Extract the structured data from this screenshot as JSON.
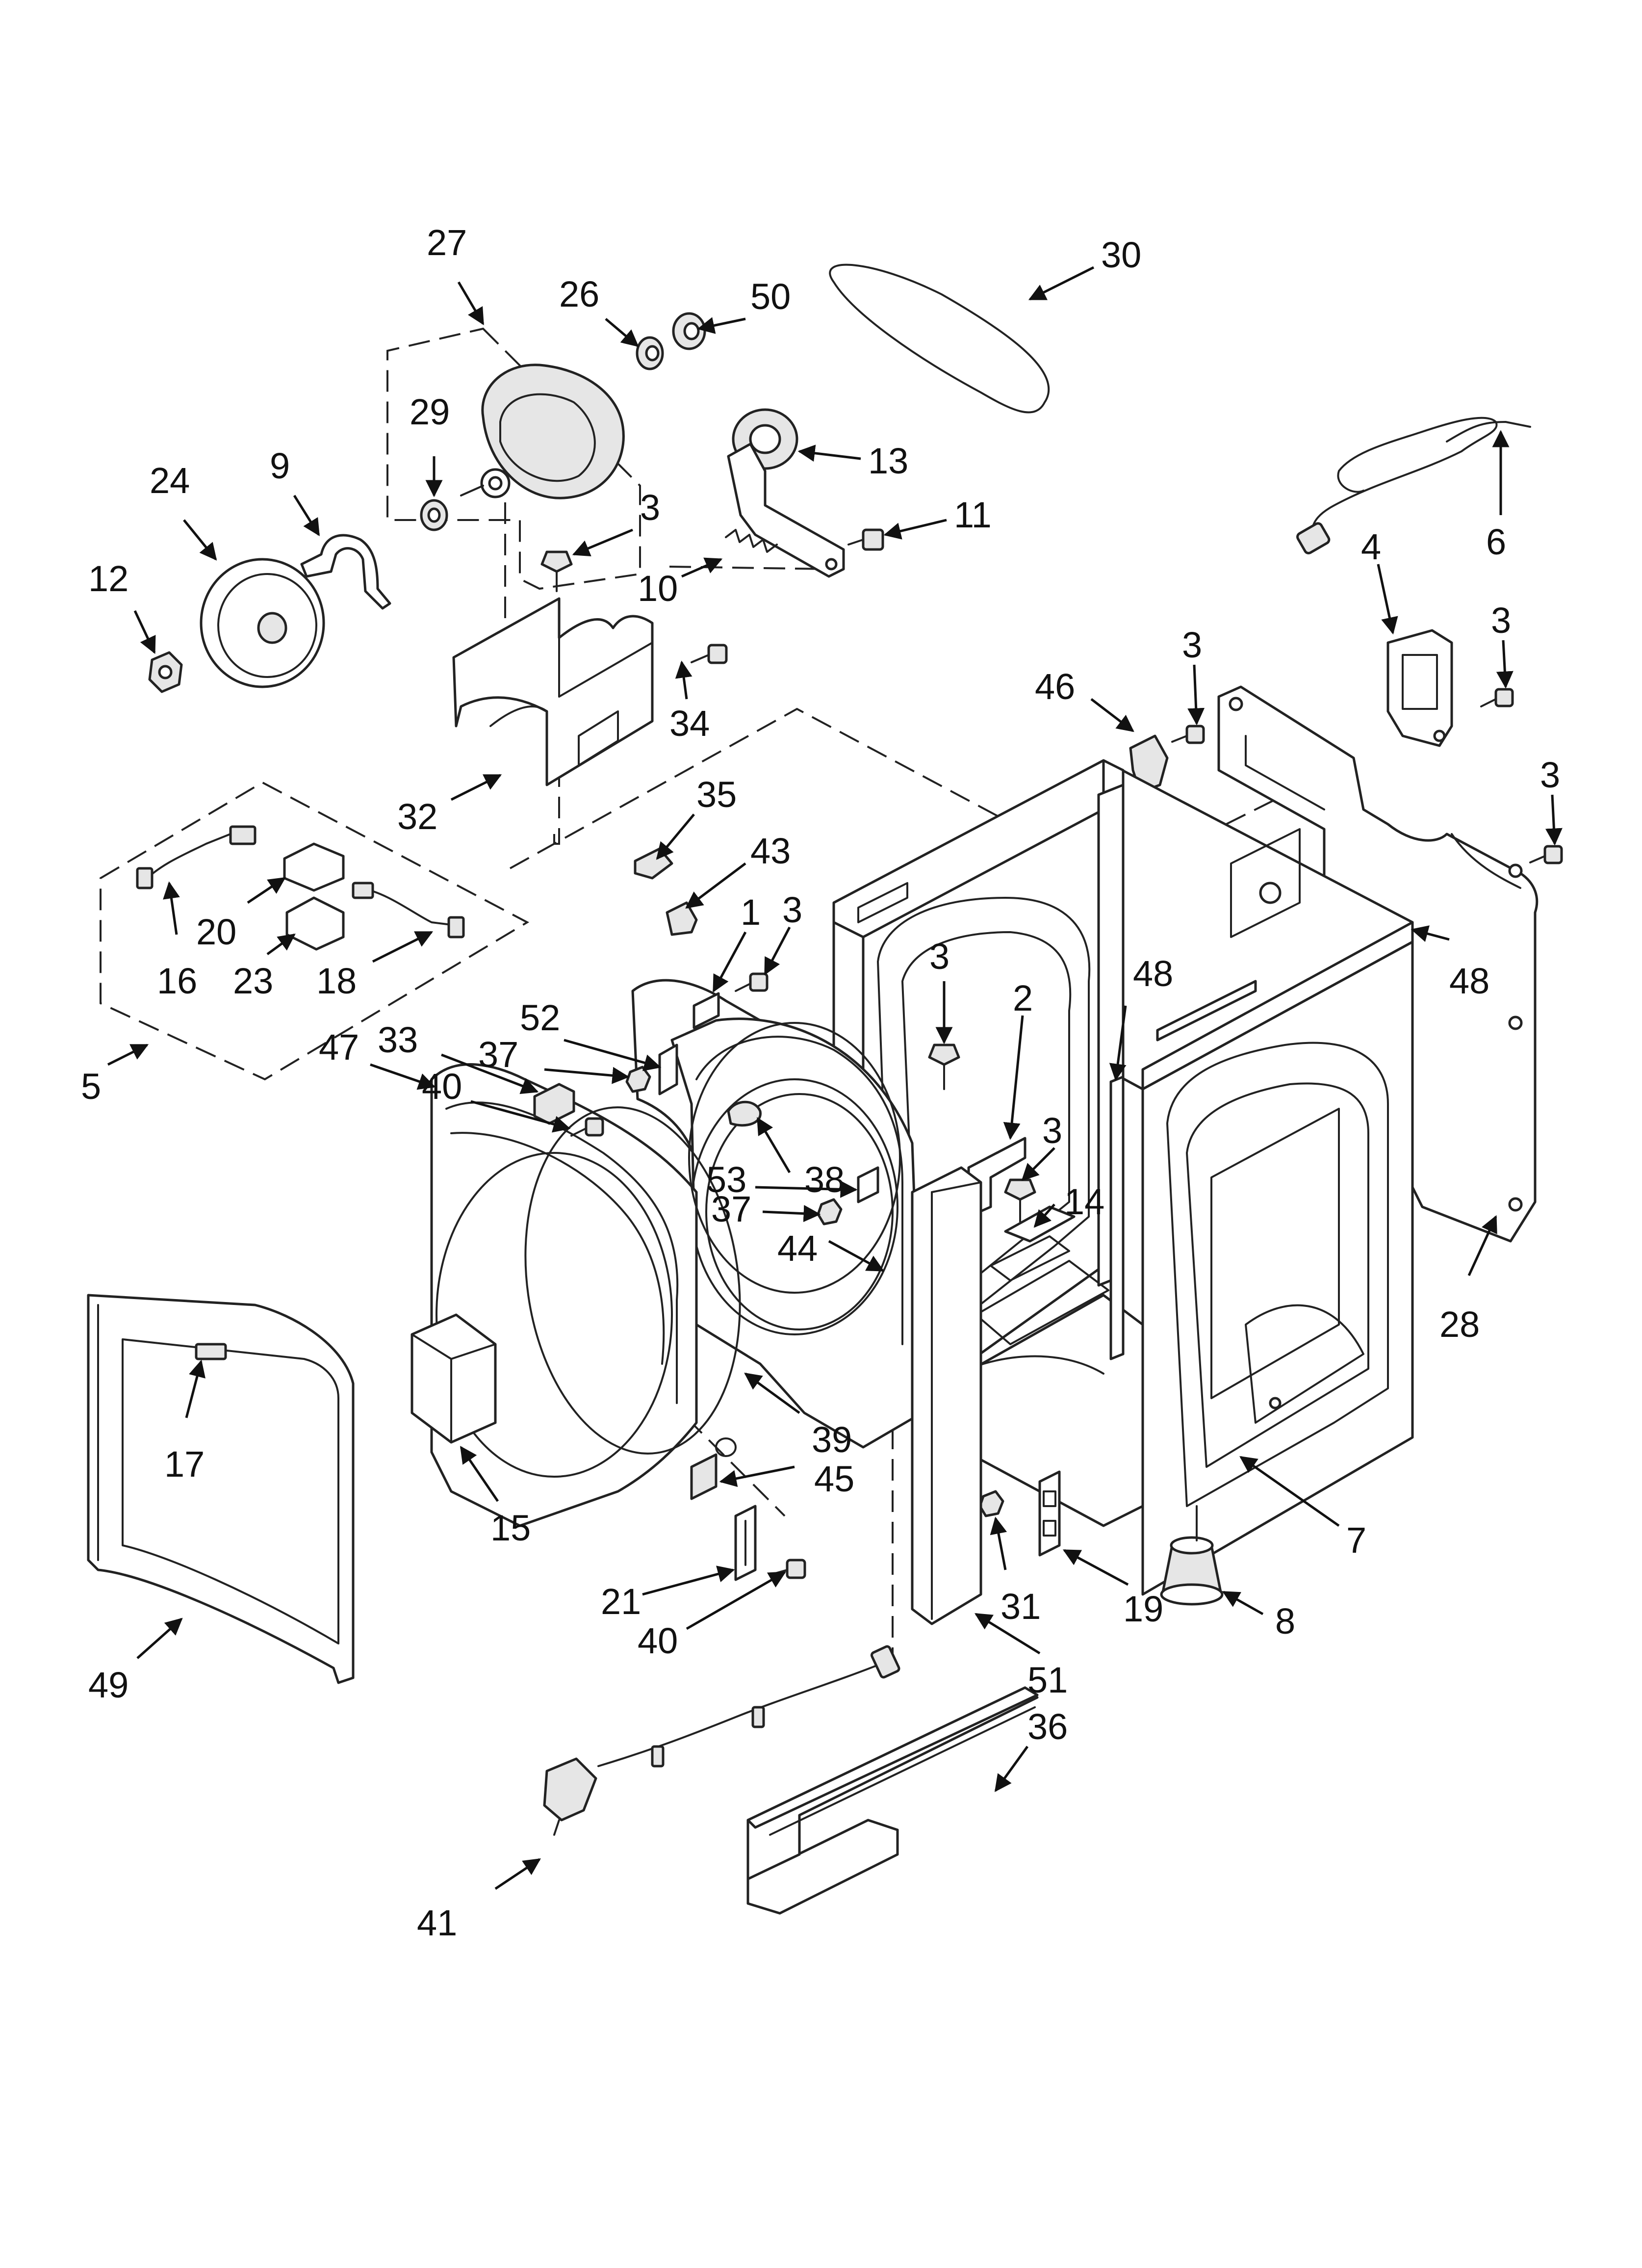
{
  "callouts": [
    {
      "id": "c27",
      "text": "27"
    },
    {
      "id": "c26",
      "text": "26"
    },
    {
      "id": "c50",
      "text": "50"
    },
    {
      "id": "c30",
      "text": "30"
    },
    {
      "id": "c29",
      "text": "29"
    },
    {
      "id": "c24",
      "text": "24"
    },
    {
      "id": "c9",
      "text": "9"
    },
    {
      "id": "c13",
      "text": "13"
    },
    {
      "id": "c3a",
      "text": "3"
    },
    {
      "id": "c11",
      "text": "11"
    },
    {
      "id": "c12",
      "text": "12"
    },
    {
      "id": "c10",
      "text": "10"
    },
    {
      "id": "c6",
      "text": "6"
    },
    {
      "id": "c4",
      "text": "4"
    },
    {
      "id": "c3b",
      "text": "3"
    },
    {
      "id": "c3c",
      "text": "3"
    },
    {
      "id": "c46",
      "text": "46"
    },
    {
      "id": "c34",
      "text": "34"
    },
    {
      "id": "c3d",
      "text": "3"
    },
    {
      "id": "c32",
      "text": "32"
    },
    {
      "id": "c35",
      "text": "35"
    },
    {
      "id": "c43",
      "text": "43"
    },
    {
      "id": "c1",
      "text": "1"
    },
    {
      "id": "c3e",
      "text": "3"
    },
    {
      "id": "c20",
      "text": "20"
    },
    {
      "id": "c16",
      "text": "16"
    },
    {
      "id": "c23",
      "text": "23"
    },
    {
      "id": "c18",
      "text": "18"
    },
    {
      "id": "c48a",
      "text": "48"
    },
    {
      "id": "c3f",
      "text": "3"
    },
    {
      "id": "c2",
      "text": "2"
    },
    {
      "id": "c48b",
      "text": "48"
    },
    {
      "id": "c5",
      "text": "5"
    },
    {
      "id": "c52",
      "text": "52"
    },
    {
      "id": "c33",
      "text": "33"
    },
    {
      "id": "c37a",
      "text": "37"
    },
    {
      "id": "c47",
      "text": "47"
    },
    {
      "id": "c40a",
      "text": "40"
    },
    {
      "id": "c53",
      "text": "53"
    },
    {
      "id": "c38",
      "text": "38"
    },
    {
      "id": "c3g",
      "text": "3"
    },
    {
      "id": "c14",
      "text": "14"
    },
    {
      "id": "c37b",
      "text": "37"
    },
    {
      "id": "c44",
      "text": "44"
    },
    {
      "id": "c28",
      "text": "28"
    },
    {
      "id": "c17",
      "text": "17"
    },
    {
      "id": "c39",
      "text": "39"
    },
    {
      "id": "c45",
      "text": "45"
    },
    {
      "id": "c15",
      "text": "15"
    },
    {
      "id": "c7",
      "text": "7"
    },
    {
      "id": "c31",
      "text": "31"
    },
    {
      "id": "c19",
      "text": "19"
    },
    {
      "id": "c8",
      "text": "8"
    },
    {
      "id": "c21",
      "text": "21"
    },
    {
      "id": "c40b",
      "text": "40"
    },
    {
      "id": "c49",
      "text": "49"
    },
    {
      "id": "c51",
      "text": "51"
    },
    {
      "id": "c36",
      "text": "36"
    },
    {
      "id": "c41",
      "text": "41"
    }
  ]
}
